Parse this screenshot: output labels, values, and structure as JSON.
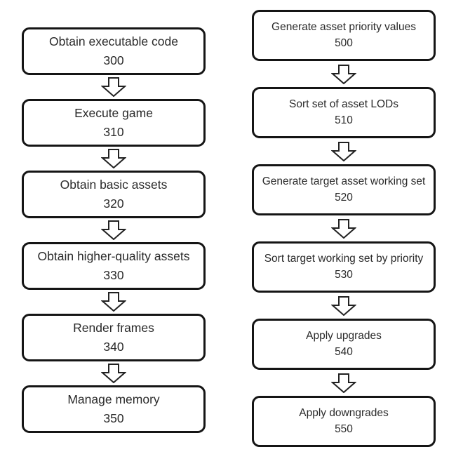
{
  "flowchart": {
    "columns": [
      {
        "name": "left",
        "steps": [
          {
            "label": "Obtain executable code",
            "number": "300"
          },
          {
            "label": "Execute game",
            "number": "310"
          },
          {
            "label": "Obtain basic assets",
            "number": "320"
          },
          {
            "label": "Obtain higher-quality assets",
            "number": "330"
          },
          {
            "label": "Render frames",
            "number": "340"
          },
          {
            "label": "Manage memory",
            "number": "350"
          }
        ]
      },
      {
        "name": "right",
        "steps": [
          {
            "label": "Generate asset priority values",
            "number": "500"
          },
          {
            "label": "Sort set of asset LODs",
            "number": "510"
          },
          {
            "label": "Generate target asset working set",
            "number": "520"
          },
          {
            "label": "Sort target working set by priority",
            "number": "530"
          },
          {
            "label": "Apply upgrades",
            "number": "540"
          },
          {
            "label": "Apply downgrades",
            "number": "550"
          }
        ]
      }
    ],
    "colors": {
      "box_border": "#151515",
      "box_fill": "#ffffff",
      "text": "#2a2a2a",
      "arrow_outline": "#222222",
      "arrow_fill": "#ffffff"
    }
  }
}
